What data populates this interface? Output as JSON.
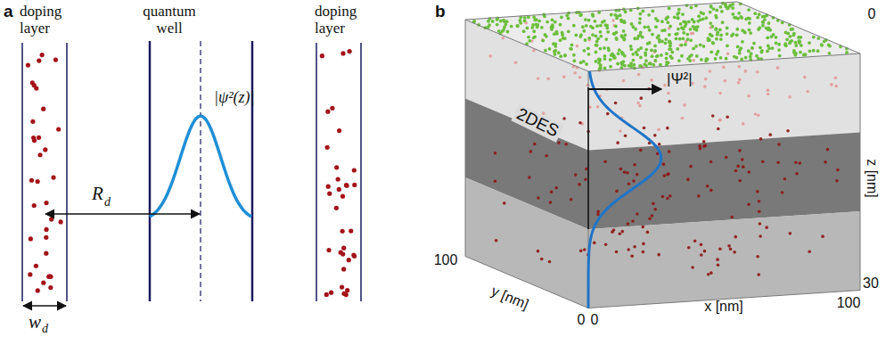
{
  "diagram": {
    "labels": [
      "a",
      "doping layer",
      "quantum well",
      "doping layer",
      "|ψ²(z)|",
      "R",
      "d",
      "w",
      "d",
      "b",
      "2DES",
      "|Ψ²|",
      "0",
      "z [nm]",
      "30",
      "100",
      "y [nm]",
      "0",
      "0",
      "x [nm]",
      "100"
    ]
  }
}
